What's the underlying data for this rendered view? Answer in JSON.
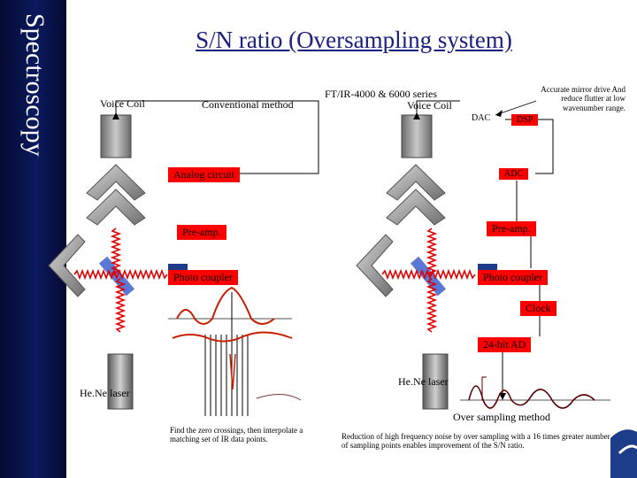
{
  "sidebar": {
    "label": "Spectroscopy"
  },
  "title": "S/N ratio (Oversampling system)",
  "left": {
    "voice_coil": "Voice Coil",
    "method": "Conventional method",
    "analog_circuit": "Analog circuit",
    "preamp": "Pre-amp.",
    "photo_coupler": "Photo coupler",
    "laser": "He.Ne laser",
    "caption": "Find the zero crossings, then interpolate a matching set of IR data points."
  },
  "right": {
    "series": "FT/IR-4000 & 6000 series",
    "voice_coil": "Voice Coil",
    "note": "Accurate mirror drive And reduce flutter at low wavenumber range.",
    "dac": "DAC",
    "dsp": "DSP",
    "adc": "ADC",
    "preamp": "Pre-amp.",
    "photo_coupler": "Photo coupler",
    "clock": "Clock",
    "ad": "24-bit AD",
    "laser": "He.Ne laser",
    "method": "Over sampling method",
    "caption": "Reduction of high frequency noise by over sampling with a 16 times greater number of sampling points enables improvement of the S/N ratio."
  },
  "colors": {
    "accent": "#ff0000",
    "title": "#1a2080",
    "sidebar": "#0a1a5e",
    "mirror": "#8a8a8a"
  }
}
